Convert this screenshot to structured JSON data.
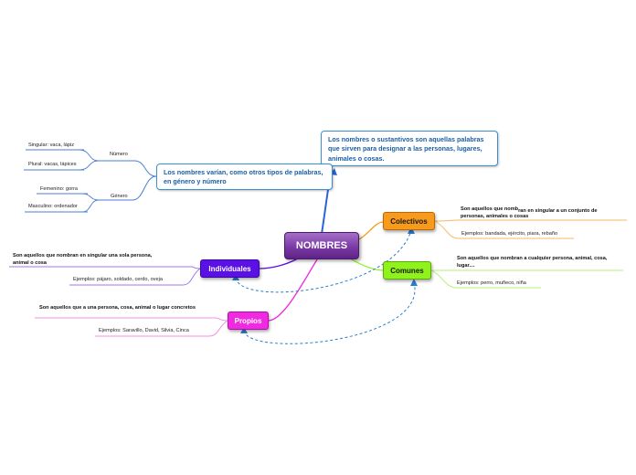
{
  "central": "NOMBRES",
  "callouts": {
    "definicion": "Los nombres o sustantivos son aquellas palabras que sirven para designar a las personas, lugares, animales o cosas.",
    "variacion": "Los nombres varían, como otros tipos de palabras, en género y número"
  },
  "numero": {
    "label": "Número",
    "singular": "Singular: vaca, lápiz",
    "plural": "Plural: vacas, lápices"
  },
  "genero": {
    "label": "Género",
    "femenino": "Femenino: gorra",
    "masculino": "Masculino: ordenador"
  },
  "colectivos": {
    "label": "Colectivos",
    "definicion_a": "Son aquellos que nomb",
    "definicion_b": "ran en singular a un conjunto de",
    "definicion_c": "personas, animales o cosas",
    "ejemplos": "Ejemplos: bandada, ejército, piara, rebaño"
  },
  "comunes": {
    "label": "Comunes",
    "definicion": "Son aquellos que nombran a cualquier persona, animal, cosa, lugar....",
    "ejemplos": "Ejemplos: perro, muñeco, niña"
  },
  "individuales": {
    "label": "Individuales",
    "definicion": "Son aquellos que nombran en singular una sola persona, animal o cosa",
    "ejemplos": "Ejemplos: pájaro, soldado, cerdo, oveja"
  },
  "propios": {
    "label": "Propios",
    "definicion": "Son aquellos que  a una persona, cosa, animal o lugar concretos",
    "ejemplos": "Ejemplos: Saravillo, David, Silvia, Cinca"
  },
  "colors": {
    "connector_blue": "#2a63d6",
    "colectivos": "#f89b1c",
    "comunes": "#8ff21a",
    "individuales": "#5b10e6",
    "propios": "#f02ae0",
    "callout_border": "#3a8fd4",
    "callout_text": "#1a5fa8"
  }
}
